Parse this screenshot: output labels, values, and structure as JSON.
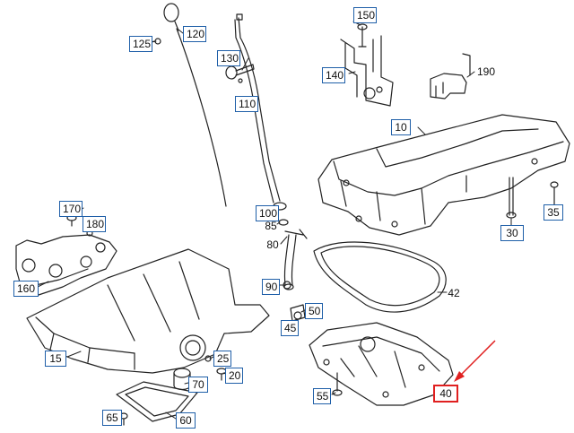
{
  "diagram": {
    "callouts": [
      {
        "id": "150",
        "label": "150",
        "boxed": true
      },
      {
        "id": "120",
        "label": "120",
        "boxed": true
      },
      {
        "id": "125",
        "label": "125",
        "boxed": true
      },
      {
        "id": "130",
        "label": "130",
        "boxed": true
      },
      {
        "id": "140",
        "label": "140",
        "boxed": true
      },
      {
        "id": "190",
        "label": "190",
        "boxed": false
      },
      {
        "id": "110",
        "label": "110",
        "boxed": true
      },
      {
        "id": "10",
        "label": "10",
        "boxed": true
      },
      {
        "id": "170",
        "label": "170",
        "boxed": true
      },
      {
        "id": "180",
        "label": "180",
        "boxed": true
      },
      {
        "id": "100",
        "label": "100",
        "boxed": true
      },
      {
        "id": "85",
        "label": "85",
        "boxed": false
      },
      {
        "id": "80",
        "label": "80",
        "boxed": false
      },
      {
        "id": "35",
        "label": "35",
        "boxed": true
      },
      {
        "id": "30",
        "label": "30",
        "boxed": true
      },
      {
        "id": "160",
        "label": "160",
        "boxed": true
      },
      {
        "id": "90",
        "label": "90",
        "boxed": true
      },
      {
        "id": "42",
        "label": "42",
        "boxed": false
      },
      {
        "id": "50",
        "label": "50",
        "boxed": true
      },
      {
        "id": "45",
        "label": "45",
        "boxed": true
      },
      {
        "id": "15",
        "label": "15",
        "boxed": true
      },
      {
        "id": "25",
        "label": "25",
        "boxed": true
      },
      {
        "id": "20",
        "label": "20",
        "boxed": true
      },
      {
        "id": "70",
        "label": "70",
        "boxed": true
      },
      {
        "id": "55",
        "label": "55",
        "boxed": true
      },
      {
        "id": "40",
        "label": "40",
        "boxed": true
      },
      {
        "id": "65",
        "label": "65",
        "boxed": true
      },
      {
        "id": "60",
        "label": "60",
        "boxed": true
      }
    ],
    "highlighted_callout": "40",
    "colors": {
      "callout_border": "#1f5fa8",
      "highlight": "#e02020",
      "line_art": "#222222"
    }
  }
}
